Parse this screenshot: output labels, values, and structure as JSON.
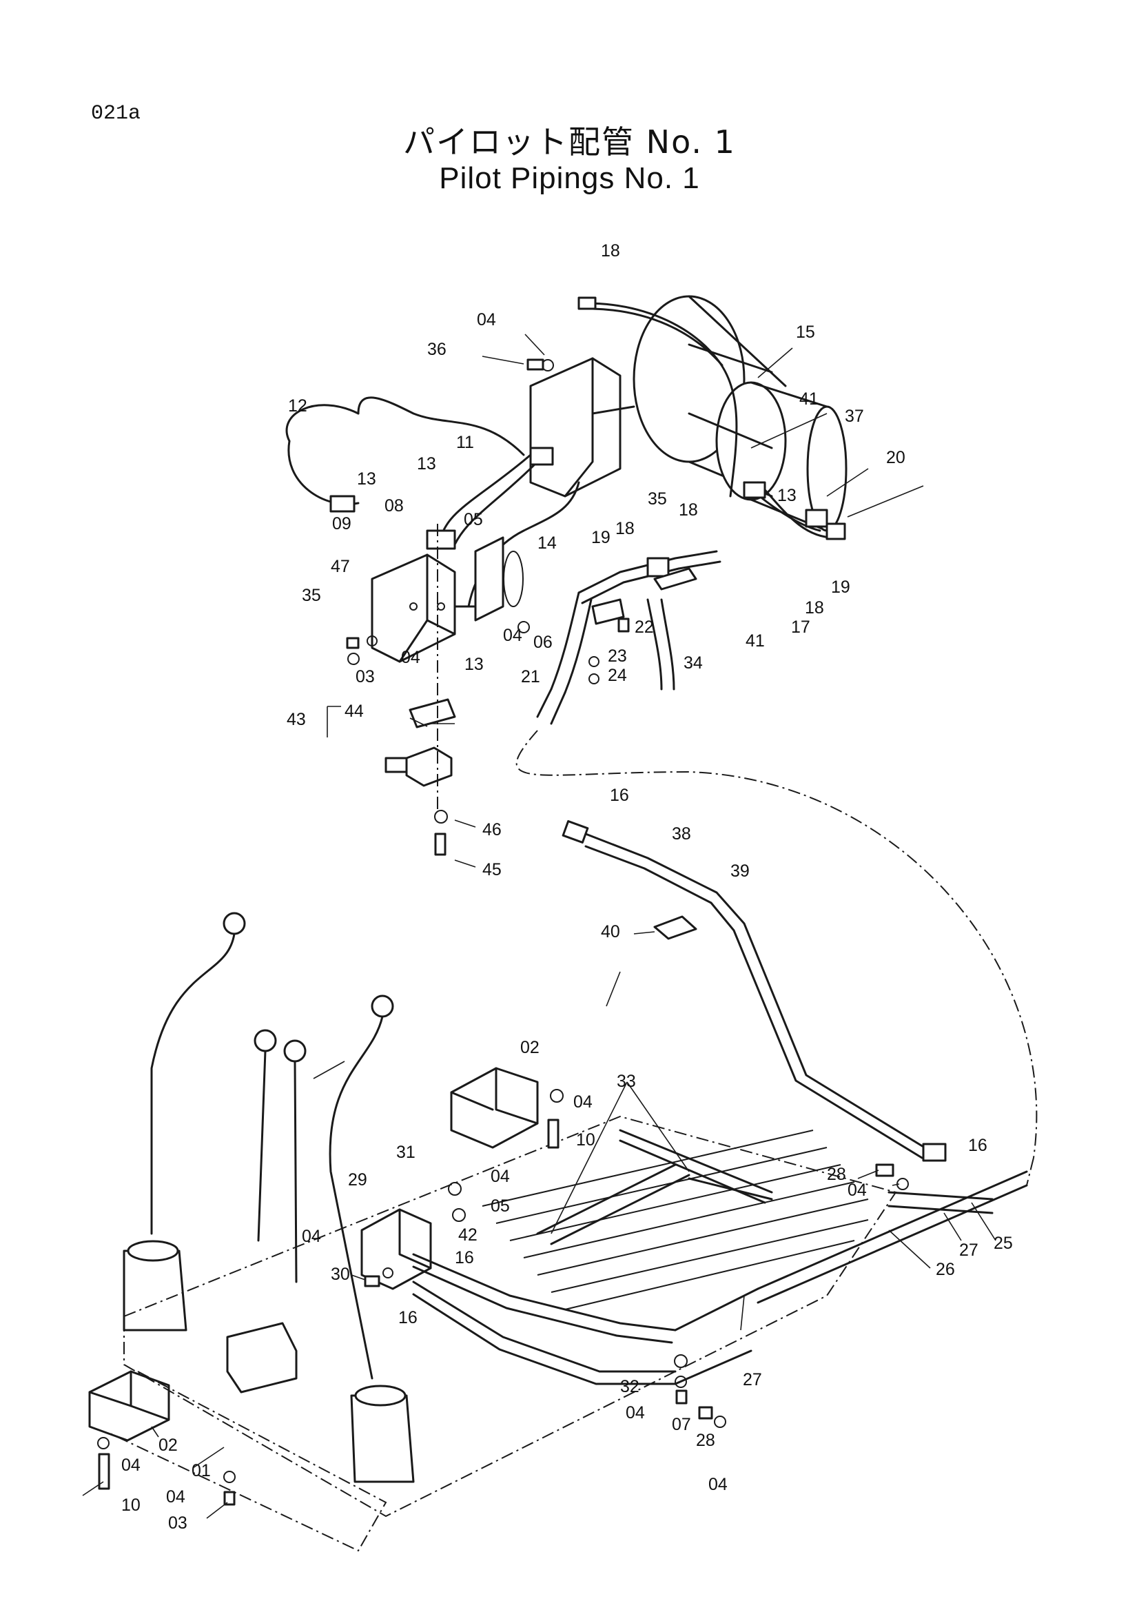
{
  "page_code": "021a",
  "title_jp": "パイロット配管 No. 1",
  "title_en": "Pilot Pipings No. 1",
  "callouts": [
    "18",
    "04",
    "36",
    "15",
    "12",
    "11",
    "41",
    "37",
    "20",
    "13",
    "13",
    "08",
    "09",
    "05",
    "14",
    "19",
    "18",
    "35",
    "18",
    "13",
    "47",
    "35",
    "04",
    "06",
    "22",
    "18",
    "04",
    "03",
    "13",
    "23",
    "24",
    "34",
    "41",
    "17",
    "19",
    "21",
    "43",
    "44",
    "46",
    "45",
    "16",
    "38",
    "39",
    "40",
    "02",
    "33",
    "04",
    "10",
    "31",
    "29",
    "04",
    "05",
    "28",
    "16",
    "04",
    "04",
    "42",
    "16",
    "30",
    "16",
    "27",
    "25",
    "26",
    "32",
    "04",
    "07",
    "28",
    "27",
    "02",
    "04",
    "01",
    "04",
    "03",
    "10",
    "04"
  ]
}
